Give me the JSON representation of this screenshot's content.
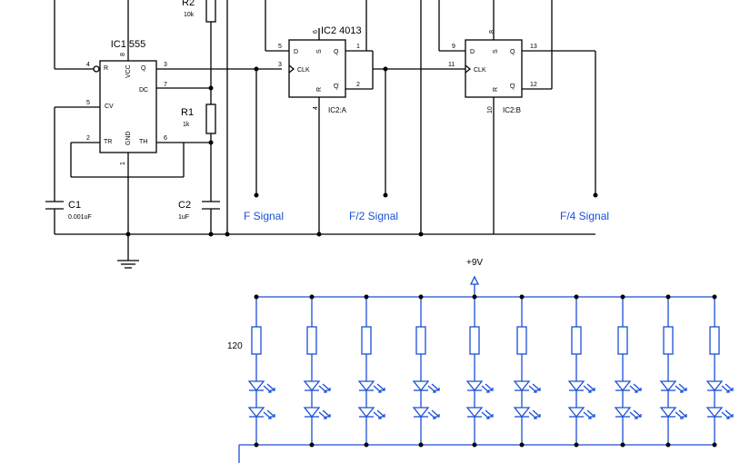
{
  "ic1": {
    "name": "IC1 555",
    "pins": {
      "p4": "4",
      "p8": "8",
      "p3": "3",
      "p7": "7",
      "p5": "5",
      "p2": "2",
      "p6": "6",
      "p1": "1",
      "reset": "R",
      "vcc": "VCC",
      "q": "Q",
      "dc": "DC",
      "cv": "CV",
      "tr": "TR",
      "gnd": "GND",
      "th": "TH"
    }
  },
  "ic2a": {
    "name": "IC2 4013",
    "sub": "IC2:A",
    "pins": {
      "p5": "5",
      "p6": "6",
      "p1": "1",
      "p3": "3",
      "p2": "2",
      "p4": "4",
      "d": "D",
      "s": "S",
      "q": "Q",
      "clk": "CLK",
      "r": "R",
      "qbar": "Q"
    }
  },
  "ic2b": {
    "sub": "IC2:B",
    "pins": {
      "p9": "9",
      "p8": "8",
      "p13": "13",
      "p11": "11",
      "p12": "12",
      "p10": "10",
      "d": "D",
      "s": "S",
      "q": "Q",
      "clk": "CLK",
      "r": "R",
      "qbar": "Q"
    }
  },
  "components": {
    "r2_name": "R2",
    "r2_value": "10k",
    "r1_name": "R1",
    "r1_value": "1k",
    "c1_name": "C1",
    "c1_value": "0.001uF",
    "c2_name": "C2",
    "c2_value": "1uF"
  },
  "signals": {
    "f": "F Signal",
    "f2": "F/2 Signal",
    "f4": "F/4 Signal"
  },
  "led_array": {
    "supply": "+9V",
    "resistor_value": "120",
    "columns": 10
  }
}
